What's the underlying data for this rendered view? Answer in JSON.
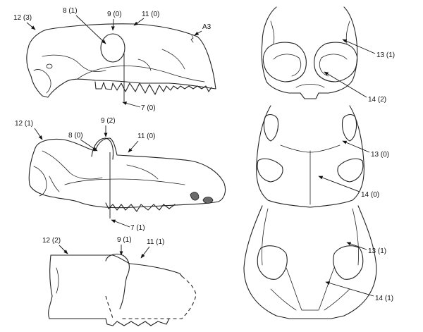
{
  "labels": {
    "top_skull": {
      "c12": "12 (3)",
      "c8": "8 (1)",
      "c9": "9 (0)",
      "c11": "11 (0)",
      "a3": "A3",
      "c7": "7 (0)"
    },
    "mid_skull": {
      "c12": "12 (1)",
      "c9": "9 (2)",
      "c8": "8 (0)",
      "c11": "11 (0)",
      "c7": "7 (1)"
    },
    "bottom_skull": {
      "c12": "12 (2)",
      "c9": "9 (1)",
      "c11": "11 (1)"
    },
    "top_dorsal": {
      "c13": "13 (1)",
      "c14": "14 (2)"
    },
    "mid_dorsal": {
      "c13": "13 (0)",
      "c14": "14 (0)"
    },
    "bottom_dorsal": {
      "c13": "13 (1)",
      "c14": "14 (1)"
    }
  }
}
